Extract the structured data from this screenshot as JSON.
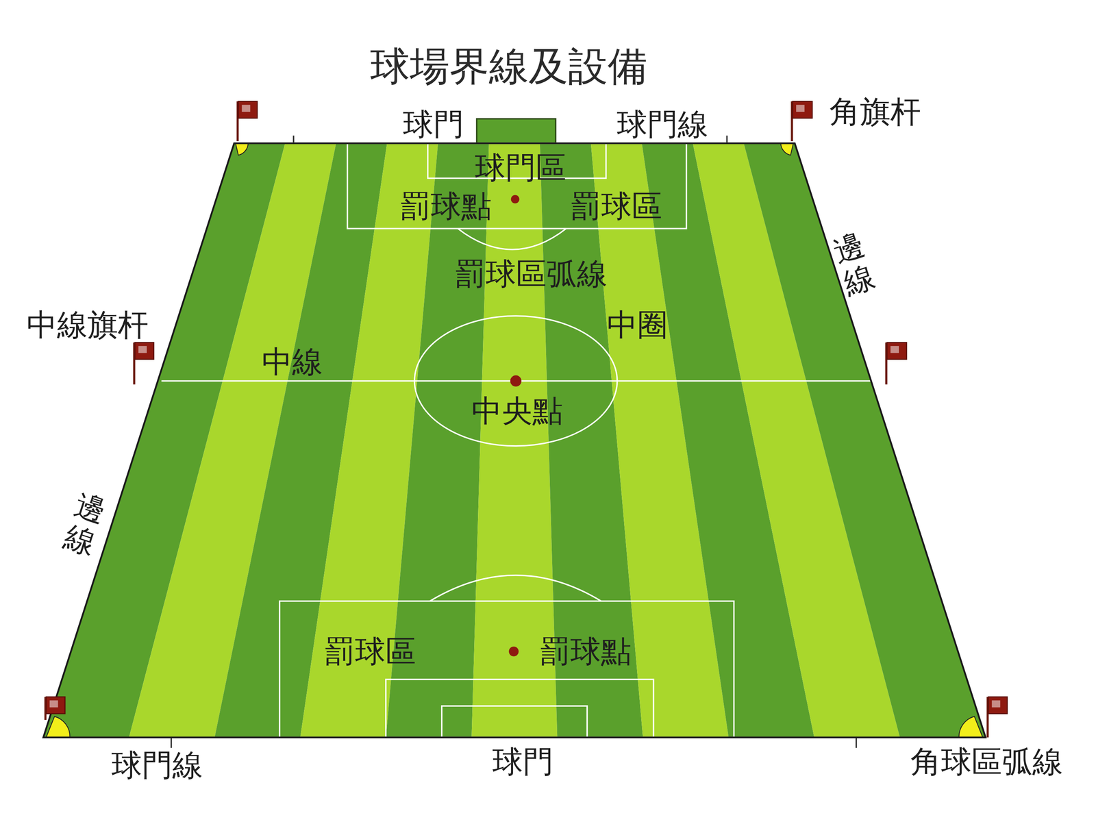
{
  "diagram": {
    "title": "球場界線及設備",
    "labels": [
      "球門",
      "球門線",
      "角旗杆",
      "球門區",
      "罰球點",
      "罰球區",
      "邊線",
      "罰球區弧線",
      "中線旗杆",
      "中圈",
      "中線",
      "中央點",
      "邊線",
      "罰球區",
      "罰球點",
      "球門線",
      "球門",
      "角球區弧線"
    ]
  }
}
